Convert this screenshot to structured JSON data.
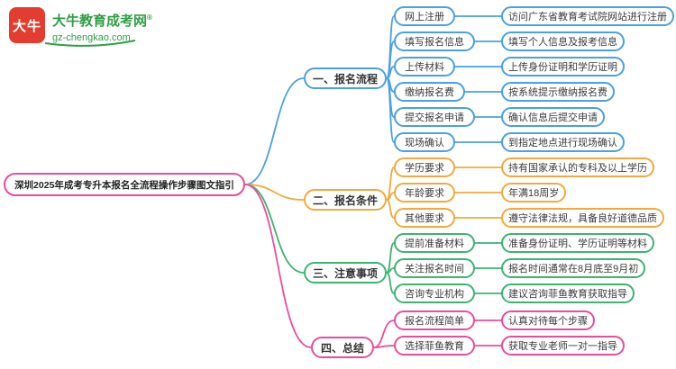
{
  "logo": {
    "badge": "大牛",
    "badge_color": "#e23d2e",
    "name": "大牛教育成考网",
    "reg": "®",
    "url": "gz-chengkao.com",
    "color": "#2f9e44"
  },
  "root": {
    "label": "深圳2025年成考专升本报名全流程操作步骤图文指引",
    "color": "#ea4c9c"
  },
  "branches": [
    {
      "label": "一、报名流程",
      "color": "#4aa0e0",
      "children": [
        {
          "label": "网上注册",
          "desc": "访问广东省教育考试院网站进行注册"
        },
        {
          "label": "填写报名信息",
          "desc": "填写个人信息及报考信息"
        },
        {
          "label": "上传材料",
          "desc": "上传身份证明和学历证明"
        },
        {
          "label": "缴纳报名费",
          "desc": "按系统提示缴纳报名费"
        },
        {
          "label": "提交报名申请",
          "desc": "确认信息后提交申请"
        },
        {
          "label": "现场确认",
          "desc": "到指定地点进行现场确认"
        }
      ]
    },
    {
      "label": "二、报名条件",
      "color": "#f2a93b",
      "children": [
        {
          "label": "学历要求",
          "desc": "持有国家承认的专科及以上学历"
        },
        {
          "label": "年龄要求",
          "desc": "年满18周岁"
        },
        {
          "label": "其他要求",
          "desc": "遵守法律法规，具备良好道德品质"
        }
      ]
    },
    {
      "label": "三、注意事项",
      "color": "#3eb370",
      "children": [
        {
          "label": "提前准备材料",
          "desc": "准备身份证明、学历证明等材料"
        },
        {
          "label": "关注报名时间",
          "desc": "报名时间通常在8月底至9月初"
        },
        {
          "label": "咨询专业机构",
          "desc": "建议咨询菲鱼教育获取指导"
        }
      ]
    },
    {
      "label": "四、总结",
      "color": "#ea4c9c",
      "children": [
        {
          "label": "报名流程简单",
          "desc": "认真对待每个步骤"
        },
        {
          "label": "选择菲鱼教育",
          "desc": "获取专业老师一对一指导"
        }
      ]
    }
  ]
}
